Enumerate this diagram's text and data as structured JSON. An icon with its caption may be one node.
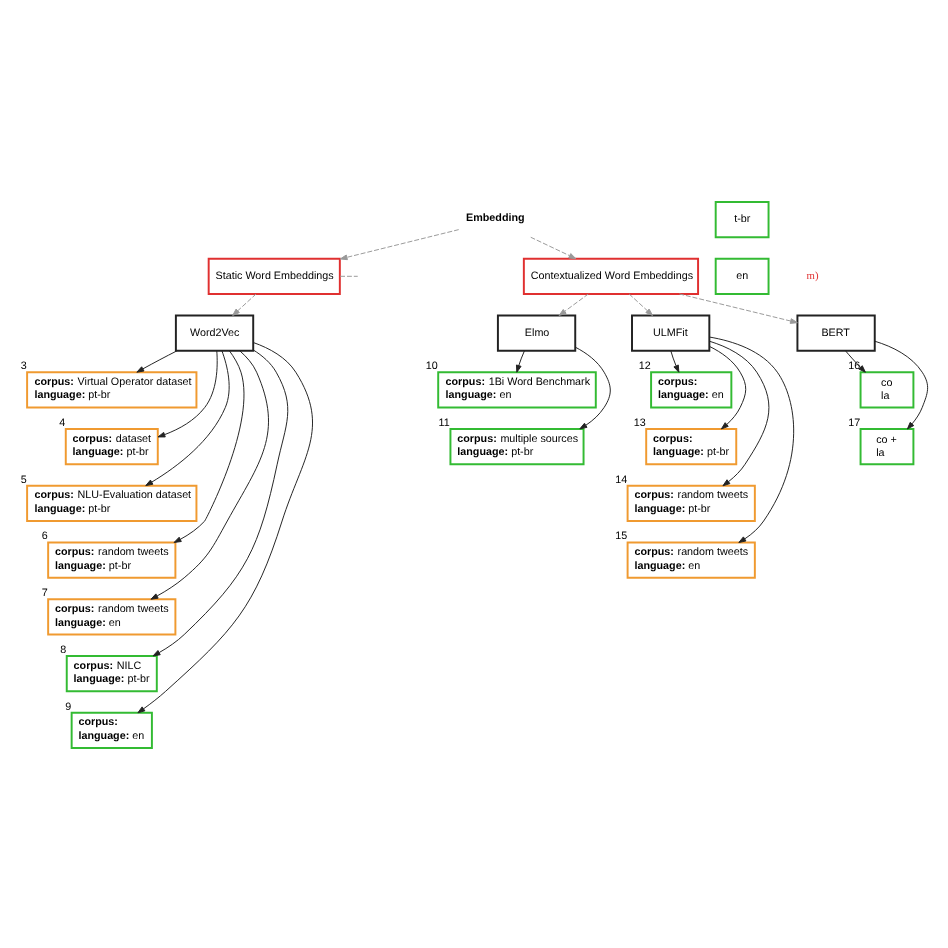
{
  "diagram": {
    "nodes": [
      {
        "text": [
          "Embedding"
        ]
      },
      {
        "text": [
          "Static Word Embeddings"
        ]
      },
      {
        "text": [
          "Contextualized Word Embeddings"
        ]
      },
      {
        "text": [
          "Word2Vec"
        ]
      },
      {
        "text": [
          "Elmo"
        ]
      },
      {
        "text": [
          "ULMFit"
        ]
      },
      {
        "text": [
          "BERT"
        ]
      },
      {
        "text": [
          "t-br"
        ]
      },
      {
        "text": [
          "en"
        ]
      },
      {
        "text": [
          "**corpus:** Virtual Operator dataset",
          "**language:** pt-br"
        ],
        "beside": [
          "3"
        ]
      },
      {
        "text": [
          "**corpus:** dataset",
          "**language:** pt-br"
        ],
        "beside": [
          "4"
        ]
      },
      {
        "text": [
          "**corpus:** NLU-Evaluation dataset",
          "**language:** pt-br"
        ],
        "beside": [
          "5"
        ]
      },
      {
        "text": [
          "**corpus:** random tweets",
          "**language:** pt-br"
        ],
        "beside": [
          "6"
        ]
      },
      {
        "text": [
          "**corpus:** random tweets",
          "**language:** en"
        ],
        "beside": [
          "7"
        ]
      },
      {
        "text": [
          "**corpus:** NILC",
          "**language:** pt-br"
        ],
        "beside": [
          "8"
        ]
      },
      {
        "text": [
          "**corpus:**",
          "**language:** en"
        ],
        "beside": [
          "9"
        ]
      },
      {
        "text": [
          "**corpus:** 1Bi Word Benchmark",
          "**language:** en"
        ],
        "beside": [
          "10"
        ]
      },
      {
        "text": [
          "**corpus:** multiple sources",
          "**language:** pt-br"
        ],
        "beside": [
          "11"
        ]
      },
      {
        "text": [
          "**corpus:**",
          "**language:** en"
        ],
        "beside": [
          "12"
        ]
      },
      {
        "text": [
          "**corpus:**",
          "**language:** pt-br"
        ],
        "beside": [
          "13"
        ]
      },
      {
        "text": [
          "**corpus:** random tweets",
          "**language:** pt-br"
        ],
        "beside": [
          "14"
        ]
      },
      {
        "text": [
          "**corpus:** random tweets",
          "**language:** en"
        ],
        "beside": [
          "15"
        ]
      },
      {
        "text": [
          "co",
          "la"
        ],
        "beside": [
          "16"
        ]
      },
      {
        "text": [
          "co +",
          "la"
        ],
        "beside": [
          "17"
        ]
      }
    ],
    "edges": [
      {
        "from": 0,
        "to": 1,
        "arrow": "to",
        "style": "dashed",
        "color": "#999999"
      },
      {
        "from": 0,
        "to": 2,
        "arrow": "to",
        "style": "dashed",
        "color": "#999999"
      },
      {
        "from": 1,
        "to": null,
        "arrow": "none",
        "style": "dashed",
        "color": "#999999"
      },
      {
        "from": 1,
        "to": 3,
        "arrow": "to",
        "style": "dashed",
        "color": "#999999"
      },
      {
        "from": 2,
        "to": 4,
        "arrow": "to",
        "style": "dashed",
        "color": "#999999"
      },
      {
        "from": 2,
        "to": 5,
        "arrow": "to",
        "style": "dashed",
        "color": "#999999"
      },
      {
        "from": 2,
        "to": 6,
        "arrow": "to",
        "style": "dashed",
        "color": "#999999"
      },
      {
        "from": 3,
        "to": 9,
        "arrow": "to"
      },
      {
        "from": 3,
        "to": 10,
        "arrow": "to"
      },
      {
        "from": 3,
        "to": 11,
        "arrow": "to"
      },
      {
        "from": 3,
        "to": 12,
        "arrow": "to"
      },
      {
        "from": 3,
        "to": 13,
        "arrow": "to"
      },
      {
        "from": 3,
        "to": 14,
        "arrow": "to"
      },
      {
        "from": 3,
        "to": 15,
        "arrow": "to"
      },
      {
        "from": 4,
        "to": 16,
        "arrow": "to"
      },
      {
        "from": 4,
        "to": 17,
        "arrow": "to"
      },
      {
        "from": 5,
        "to": 18,
        "arrow": "to"
      },
      {
        "from": 5,
        "to": 19,
        "arrow": "to"
      },
      {
        "from": 5,
        "to": 20,
        "arrow": "to"
      },
      {
        "from": 5,
        "to": 21,
        "arrow": "to"
      },
      {
        "from": 6,
        "to": 22,
        "arrow": "to"
      },
      {
        "from": 6,
        "to": 23,
        "arrow": "to"
      }
    ],
    "labels": [
      "m)"
    ]
  }
}
